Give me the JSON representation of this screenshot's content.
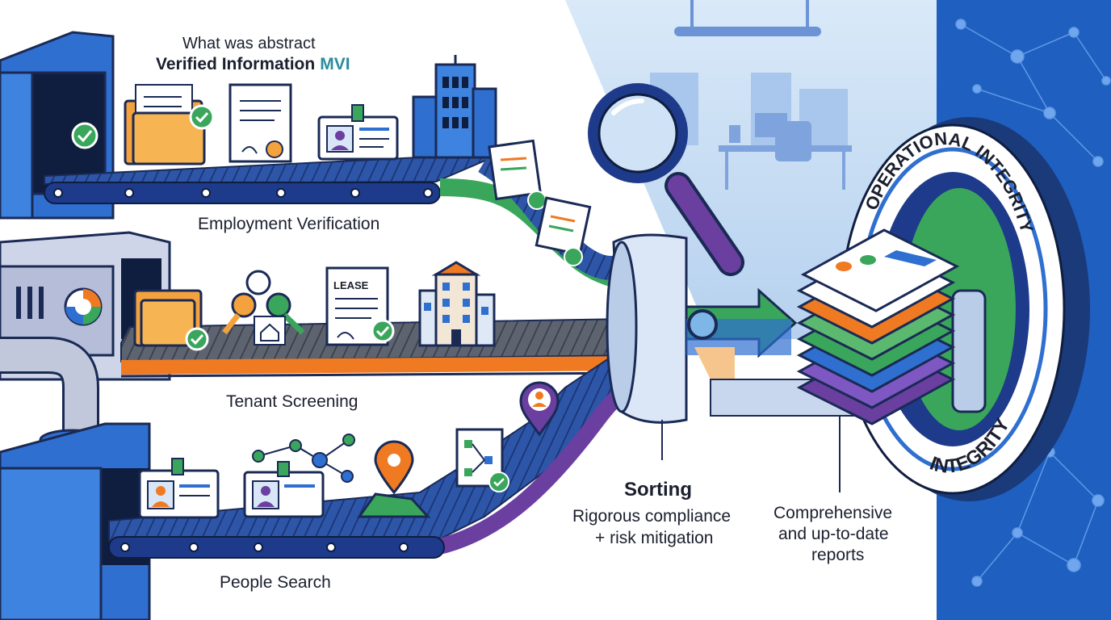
{
  "header": {
    "line1": "What was abstract",
    "line2": "Verified Information",
    "mark": "MVI"
  },
  "stages": [
    {
      "label": "Employment Verification"
    },
    {
      "label": "Tenant Screening"
    },
    {
      "label": "People Search"
    }
  ],
  "sorting": {
    "title": "Sorting",
    "line1": "Rigorous compliance",
    "line2": "+ risk mitigation"
  },
  "reports": {
    "line1": "Comprehensive",
    "line2": "and up-to-date",
    "line3": "reports"
  },
  "seal": {
    "top_text": "OPERATIONAL INTEGRITY",
    "bottom_text": "INTEGRITY"
  },
  "lease_sign": "LEASE",
  "icons": [
    "check-icon",
    "folder-icon",
    "certificate-icon",
    "id-badge-icon",
    "office-building-icon",
    "keys-icon",
    "lease-document-icon",
    "apartment-building-icon",
    "network-nodes-icon",
    "location-pin-icon",
    "map-icon",
    "magnifier-icon",
    "arrow-right-icon",
    "report-stack-icon"
  ],
  "colors": {
    "navy": "#1e3a8a",
    "blue": "#2f6fd0",
    "green": "#3aa65b",
    "orange": "#ef7a22",
    "purple": "#6a3fa0",
    "teal": "#2a8c9a",
    "light_blue": "#cfe2f6"
  }
}
